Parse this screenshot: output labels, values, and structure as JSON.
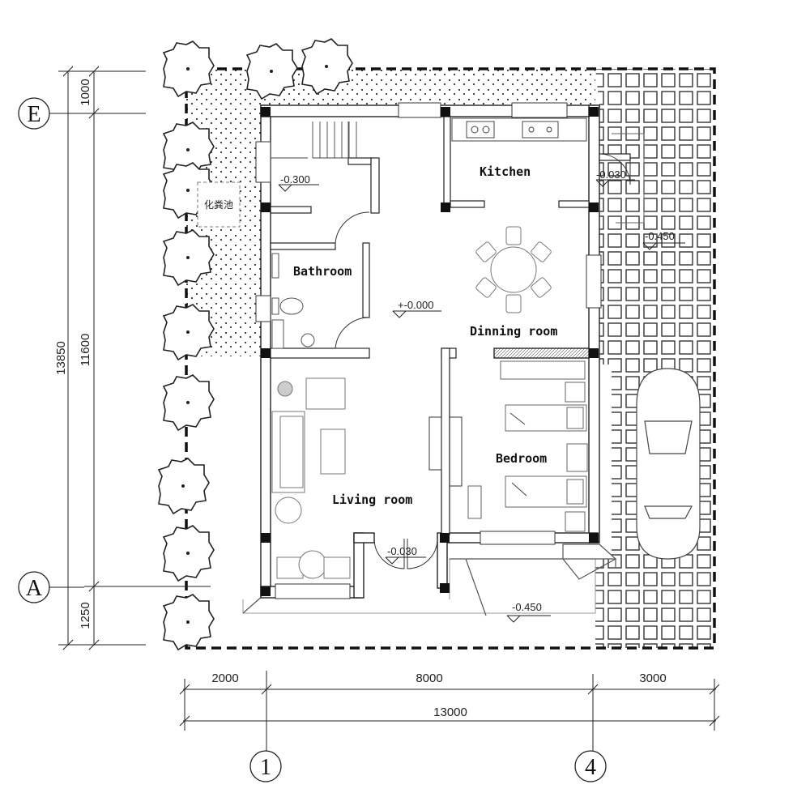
{
  "rooms": {
    "kitchen": "Kitchen",
    "bathroom": "Bathroom",
    "dining": "Dinning room",
    "bedroom": "Bedroom",
    "living": "Living room"
  },
  "levels": {
    "stair": "-0.300",
    "hall": "+-0.000",
    "kitchen_door": "-0.030",
    "parking": "-0.450",
    "entry": "-0.030",
    "yard": "-0.450"
  },
  "septic_tank_label": "化粪池",
  "dimensions": {
    "vertical_total": "13850",
    "vertical_top": "1000",
    "vertical_mid": "11600",
    "vertical_bottom": "1250",
    "horizontal_left": "2000",
    "horizontal_mid": "8000",
    "horizontal_right": "3000",
    "horizontal_total": "13000"
  },
  "axes": {
    "row_top": "E",
    "row_bottom": "A",
    "col_left": "1",
    "col_right": "4"
  },
  "colors": {
    "line": "#222222",
    "wall_fill": "#ffffff",
    "column": "#111111",
    "furniture": "#888888"
  }
}
